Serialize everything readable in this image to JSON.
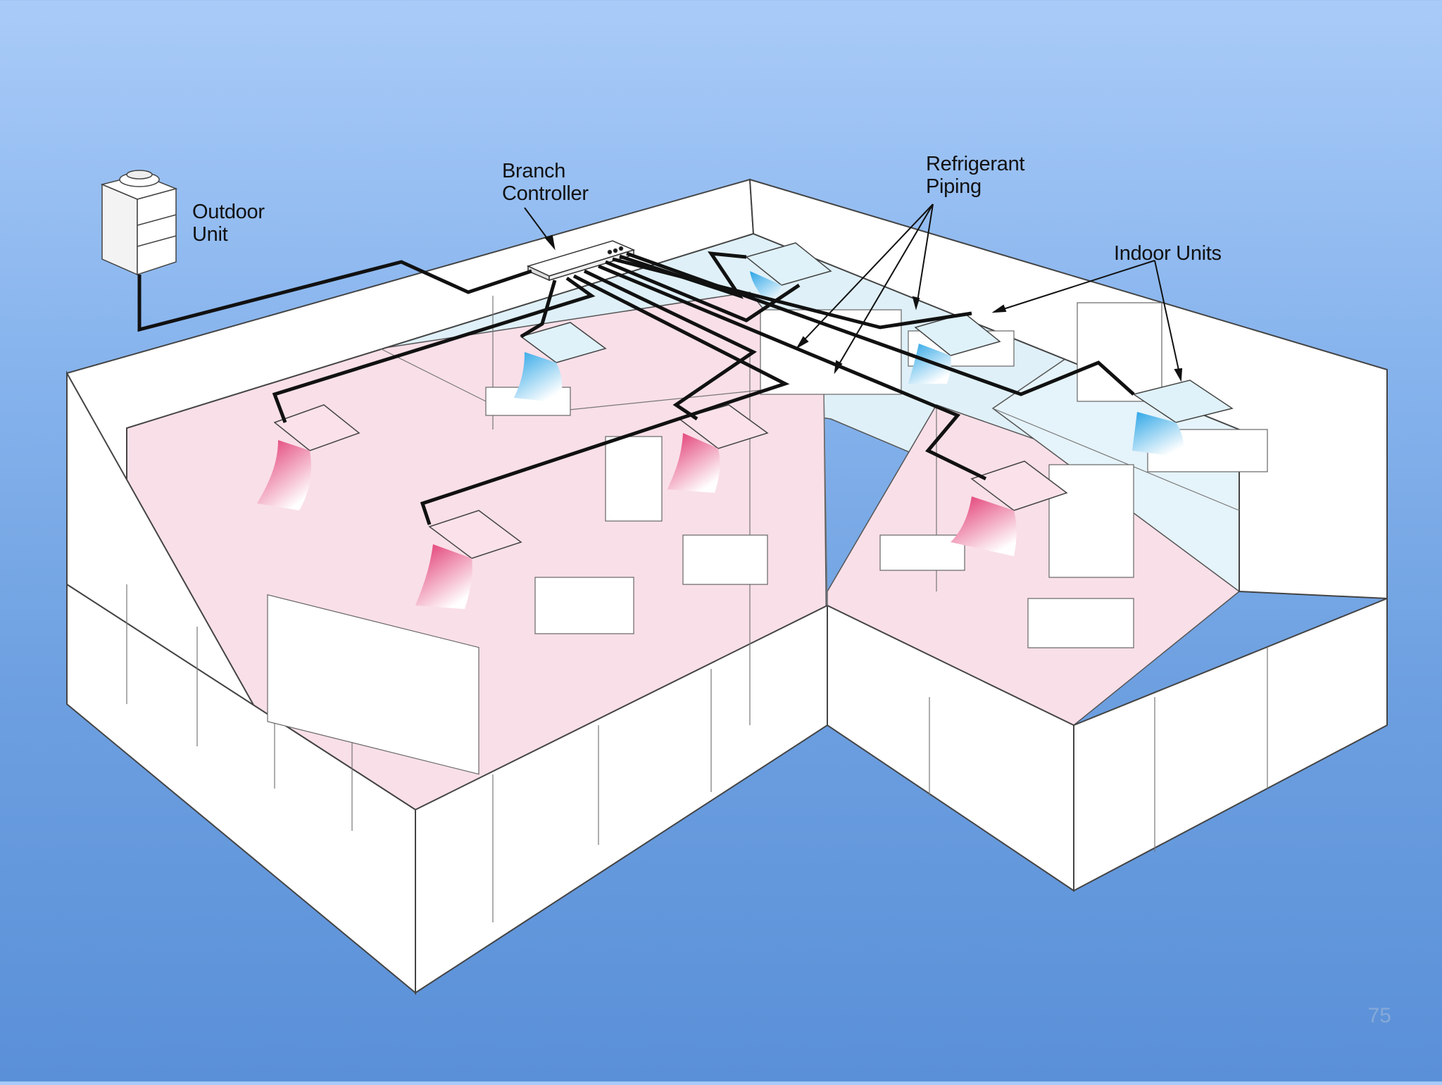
{
  "slide": {
    "page_number": "75"
  },
  "labels": {
    "outdoor_unit": [
      "Outdoor",
      "Unit"
    ],
    "branch_controller": [
      "Branch",
      "Controller"
    ],
    "refrigerant_piping": [
      "Refrigerant",
      "Piping"
    ],
    "indoor_units": "Indoor Units"
  },
  "colors": {
    "background_top": "#a9cbf8",
    "background_bottom": "#5a90d8",
    "heating_zone": "#f9dfe8",
    "cooling_zone": "#dff0f8",
    "heating_airflow": "#e0306a",
    "cooling_airflow": "#2aa4e6",
    "piping": "#111111"
  }
}
